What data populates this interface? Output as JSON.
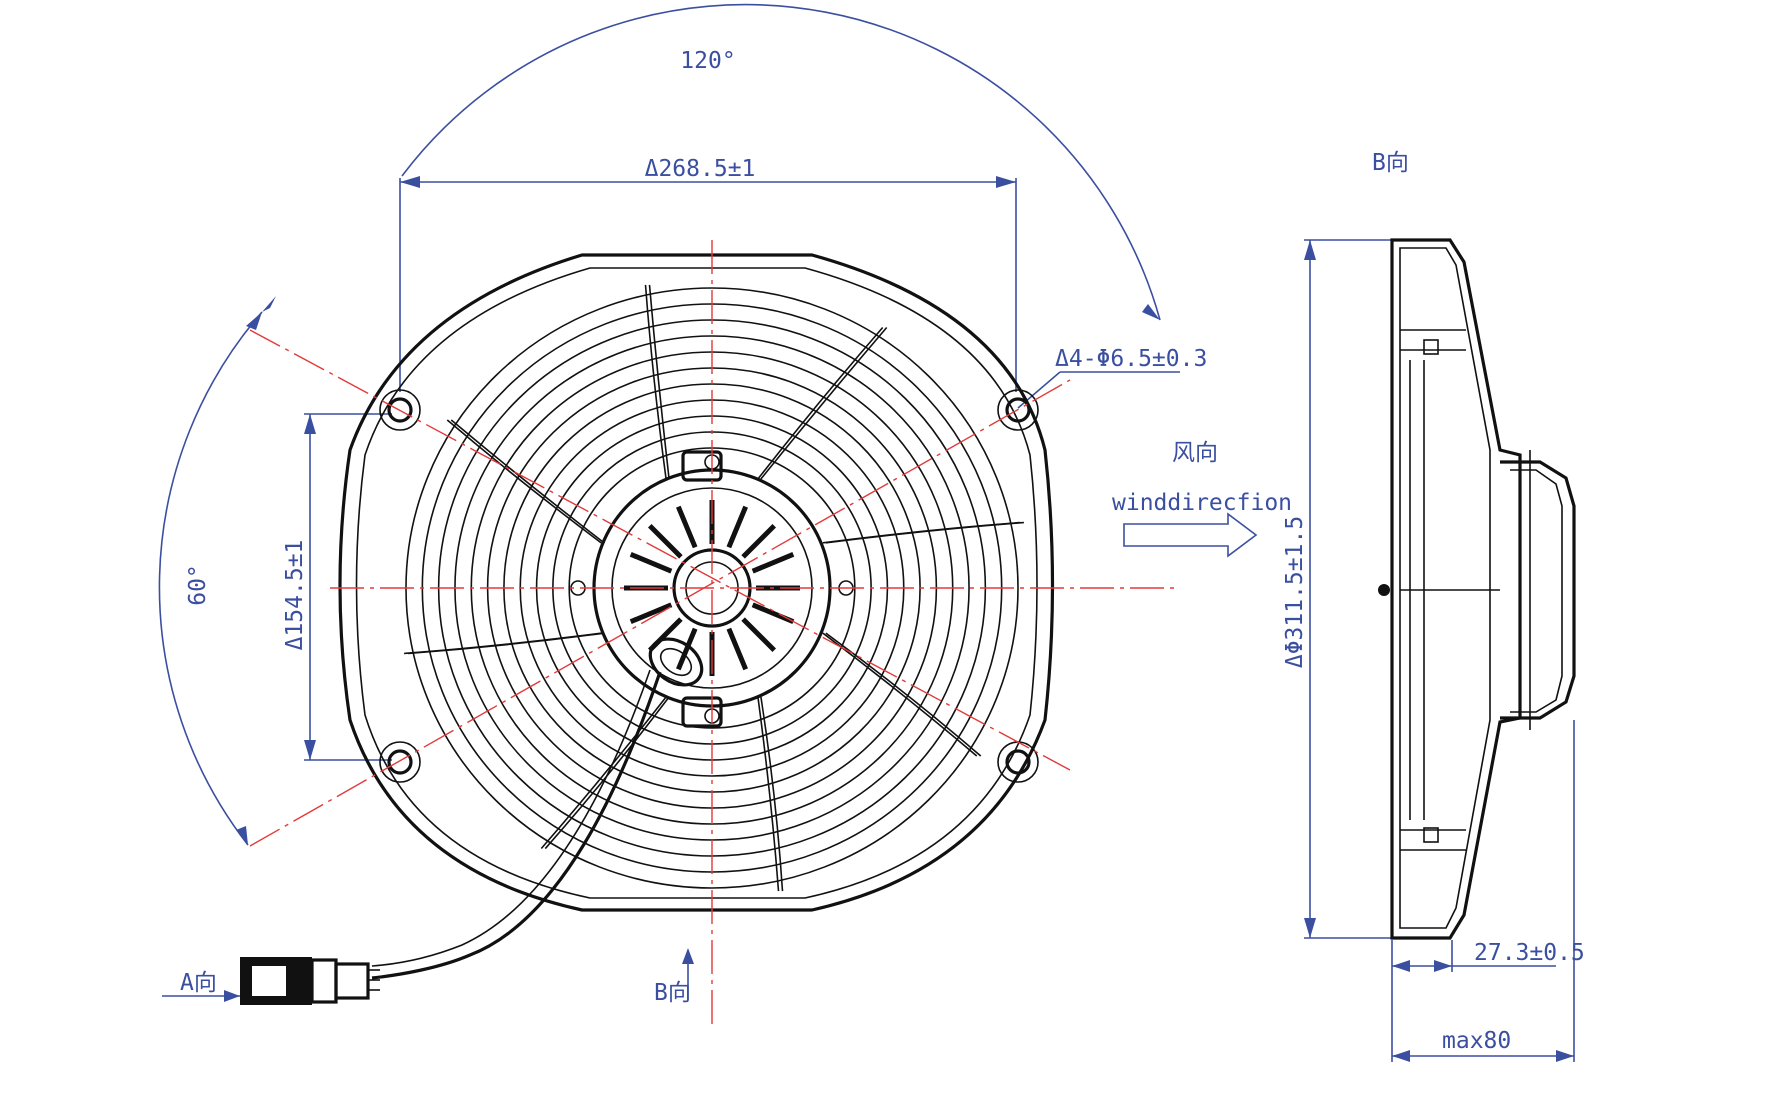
{
  "labels": {
    "angle_120": "120°",
    "width_span": "Δ268.5±1",
    "hole_spec": "Δ4-Φ6.5±0.3",
    "angle_60": "60°",
    "height_span": "Δ154.5±1",
    "wind_cn": "风向",
    "wind_en": "winddirecfion",
    "view_b_top": "B向",
    "view_a": "A向",
    "view_b_bottom": "B向",
    "diameter": "ΔΦ311.5±1.5",
    "depth": "27.3±0.5",
    "max_depth": "max80"
  },
  "colors": {
    "dimension": "#3b4fa0",
    "centerline": "#e23a3a",
    "outline": "#111111"
  }
}
